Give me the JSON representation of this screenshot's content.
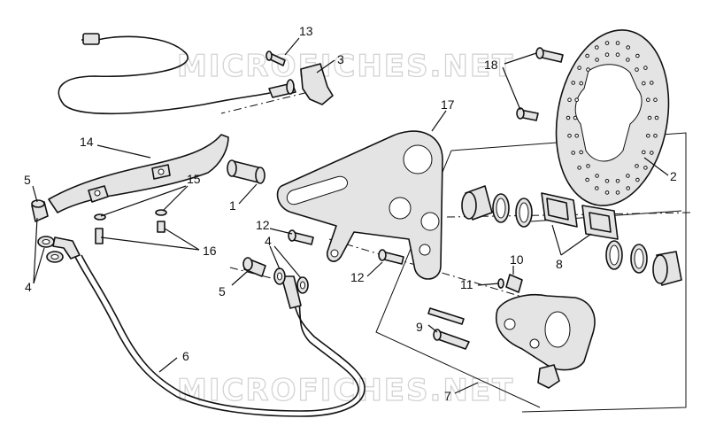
{
  "diagram": {
    "watermarks": [
      "MICROFICHES.NET",
      "MICROFICHES.NET"
    ],
    "callouts": [
      "13",
      "3",
      "18",
      "17",
      "14",
      "5",
      "15",
      "1",
      "12",
      "4",
      "16",
      "2",
      "8",
      "10",
      "11",
      "9",
      "6",
      "7",
      "5",
      "4",
      "12"
    ]
  }
}
